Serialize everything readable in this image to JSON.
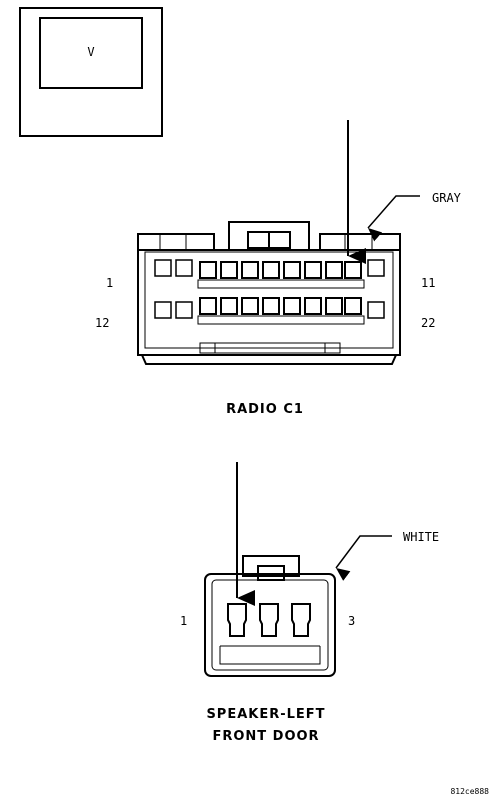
{
  "view_box": {
    "letter": "V"
  },
  "radio_connector": {
    "wire_color": "GRAY",
    "pin_labels": {
      "top_left": "1",
      "top_right": "11",
      "bottom_left": "12",
      "bottom_right": "22"
    },
    "title": "RADIO C1"
  },
  "speaker_connector": {
    "wire_color": "WHITE",
    "pin_labels": {
      "left": "1",
      "right": "3"
    },
    "title_line1": "SPEAKER-LEFT",
    "title_line2": "FRONT DOOR"
  },
  "figure_id": "812ce888"
}
